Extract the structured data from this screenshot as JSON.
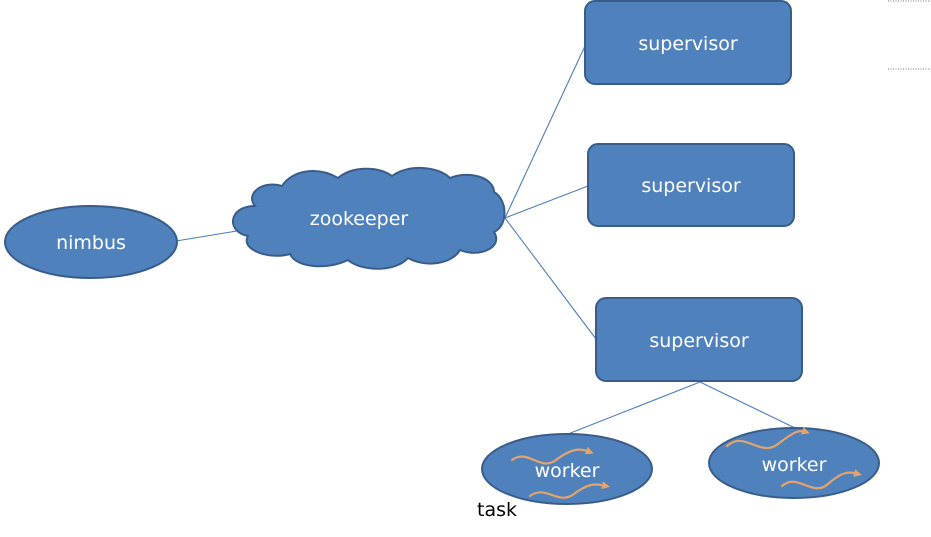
{
  "diagram": {
    "nodes": {
      "nimbus": {
        "label": "nimbus"
      },
      "zookeeper": {
        "label": "zookeeper"
      },
      "supervisor_1": {
        "label": "supervisor"
      },
      "supervisor_2": {
        "label": "supervisor"
      },
      "supervisor_3": {
        "label": "supervisor"
      },
      "worker_1": {
        "label": "worker"
      },
      "worker_2": {
        "label": "worker"
      }
    },
    "task_label": "task",
    "edges": [
      {
        "from": "nimbus",
        "to": "zookeeper"
      },
      {
        "from": "zookeeper",
        "to": "supervisor_1"
      },
      {
        "from": "zookeeper",
        "to": "supervisor_2"
      },
      {
        "from": "zookeeper",
        "to": "supervisor_3"
      },
      {
        "from": "supervisor_3",
        "to": "worker_1"
      },
      {
        "from": "supervisor_3",
        "to": "worker_2"
      }
    ]
  },
  "colors": {
    "shape_fill": "#4f81bd",
    "shape_stroke": "#385d8a",
    "connector": "#4a7ebb",
    "task_arrow": "#e3a36c",
    "node_text": "#ffffff"
  }
}
